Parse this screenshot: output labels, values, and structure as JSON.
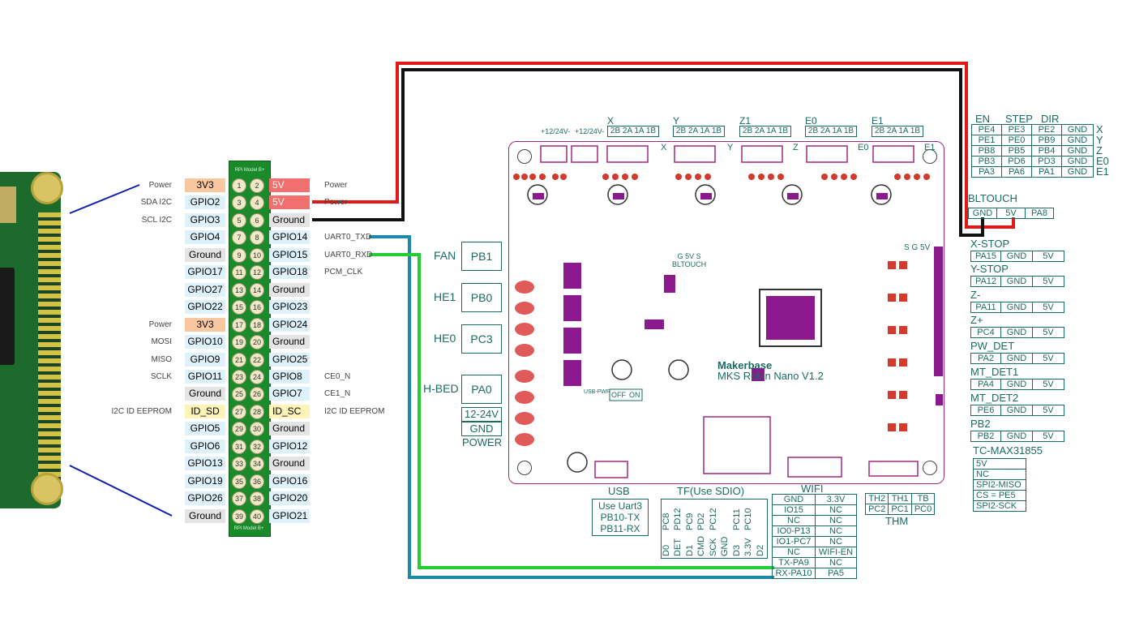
{
  "gpio_header": {
    "title_top": "RPi Model B+",
    "title_bottom": "RPi Model B+",
    "rows": [
      {
        "l_fn": "Power",
        "l": "3V3",
        "l_c": "c-3v3",
        "pl": "1",
        "pr": "2",
        "r": "5V",
        "r_c": "c-5v",
        "r_fn": "Power"
      },
      {
        "l_fn": "SDA I2C",
        "l": "GPIO2",
        "l_c": "c-gpio",
        "pl": "3",
        "pr": "4",
        "r": "5V",
        "r_c": "c-5v",
        "r_fn": "Power"
      },
      {
        "l_fn": "SCL I2C",
        "l": "GPIO3",
        "l_c": "c-gpio",
        "pl": "5",
        "pr": "6",
        "r": "Ground",
        "r_c": "c-gnd",
        "r_fn": ""
      },
      {
        "l_fn": "",
        "l": "GPIO4",
        "l_c": "c-gpio",
        "pl": "7",
        "pr": "8",
        "r": "GPIO14",
        "r_c": "c-gpio",
        "r_fn": "UART0_TXD"
      },
      {
        "l_fn": "",
        "l": "Ground",
        "l_c": "c-gnd",
        "pl": "9",
        "pr": "10",
        "r": "GPIO15",
        "r_c": "c-gpio",
        "r_fn": "UART0_RXD"
      },
      {
        "l_fn": "",
        "l": "GPIO17",
        "l_c": "c-gpio",
        "pl": "11",
        "pr": "12",
        "r": "GPIO18",
        "r_c": "c-gpio",
        "r_fn": "PCM_CLK"
      },
      {
        "l_fn": "",
        "l": "GPIO27",
        "l_c": "c-gpio",
        "pl": "13",
        "pr": "14",
        "r": "Ground",
        "r_c": "c-gnd",
        "r_fn": ""
      },
      {
        "l_fn": "",
        "l": "GPIO22",
        "l_c": "c-gpio",
        "pl": "15",
        "pr": "16",
        "r": "GPIO23",
        "r_c": "c-gpio",
        "r_fn": ""
      },
      {
        "l_fn": "Power",
        "l": "3V3",
        "l_c": "c-3v3",
        "pl": "17",
        "pr": "18",
        "r": "GPIO24",
        "r_c": "c-gpio",
        "r_fn": ""
      },
      {
        "l_fn": "MOSI",
        "l": "GPIO10",
        "l_c": "c-gpio",
        "pl": "19",
        "pr": "20",
        "r": "Ground",
        "r_c": "c-gnd",
        "r_fn": ""
      },
      {
        "l_fn": "MISO",
        "l": "GPIO9",
        "l_c": "c-gpio",
        "pl": "21",
        "pr": "22",
        "r": "GPIO25",
        "r_c": "c-gpio",
        "r_fn": ""
      },
      {
        "l_fn": "SCLK",
        "l": "GPIO11",
        "l_c": "c-gpio",
        "pl": "23",
        "pr": "24",
        "r": "GPIO8",
        "r_c": "c-gpio",
        "r_fn": "CE0_N"
      },
      {
        "l_fn": "",
        "l": "Ground",
        "l_c": "c-gnd",
        "pl": "25",
        "pr": "26",
        "r": "GPIO7",
        "r_c": "c-gpio",
        "r_fn": "CE1_N"
      },
      {
        "l_fn": "I2C ID EEPROM",
        "l": "ID_SD",
        "l_c": "c-id",
        "pl": "27",
        "pr": "28",
        "r": "ID_SC",
        "r_c": "c-id",
        "r_fn": "I2C ID EEPROM"
      },
      {
        "l_fn": "",
        "l": "GPIO5",
        "l_c": "c-gpio",
        "pl": "29",
        "pr": "30",
        "r": "Ground",
        "r_c": "c-gnd",
        "r_fn": ""
      },
      {
        "l_fn": "",
        "l": "GPIO6",
        "l_c": "c-gpio",
        "pl": "31",
        "pr": "32",
        "r": "GPIO12",
        "r_c": "c-gpio",
        "r_fn": ""
      },
      {
        "l_fn": "",
        "l": "GPIO13",
        "l_c": "c-gpio",
        "pl": "33",
        "pr": "34",
        "r": "Ground",
        "r_c": "c-gnd",
        "r_fn": ""
      },
      {
        "l_fn": "",
        "l": "GPIO19",
        "l_c": "c-gpio",
        "pl": "35",
        "pr": "36",
        "r": "GPIO16",
        "r_c": "c-gpio",
        "r_fn": ""
      },
      {
        "l_fn": "",
        "l": "GPIO26",
        "l_c": "c-gpio",
        "pl": "37",
        "pr": "38",
        "r": "GPIO20",
        "r_c": "c-gpio",
        "r_fn": ""
      },
      {
        "l_fn": "",
        "l": "Ground",
        "l_c": "c-gnd",
        "pl": "39",
        "pr": "40",
        "r": "GPIO21",
        "r_c": "c-gpio",
        "r_fn": ""
      }
    ]
  },
  "board": {
    "brand": "Makerbase",
    "model": "MKS Robin Nano V1.2",
    "left_io": [
      {
        "name": "FAN",
        "pin": "PB1"
      },
      {
        "name": "HE1",
        "pin": "PB0"
      },
      {
        "name": "HE0",
        "pin": "PC3"
      },
      {
        "name": "H-BED",
        "pin": "PA0"
      }
    ],
    "power": {
      "v": "12-24V",
      "gnd": "GND",
      "label": "POWER"
    },
    "top_power_labels": [
      "+12/24V-",
      "+12/24V-"
    ],
    "axes": [
      {
        "axis": "X",
        "pins": "2B 2A 1A 1B"
      },
      {
        "axis": "Y",
        "pins": "2B 2A 1A 1B"
      },
      {
        "axis": "Z1",
        "pins": "2B 2A 1A 1B"
      },
      {
        "axis": "E0",
        "pins": "2B 2A 1A 1B"
      },
      {
        "axis": "E1",
        "pins": "2B 2A 1A 1B"
      }
    ],
    "on_board_axis_marks": [
      "X",
      "Y",
      "Z",
      "E0",
      "E1"
    ],
    "bltouch_silk": "G 5V S\nBLTOUCH",
    "sg5v_silk": "S G 5V",
    "off_on": [
      "OFF",
      "ON"
    ],
    "usb_pwr": "USB-PWR"
  },
  "driver_table": {
    "headers": [
      "EN",
      "STEP",
      "DIR"
    ],
    "rows": [
      [
        "PE4",
        "PE3",
        "PE2",
        "GND",
        "X"
      ],
      [
        "PE1",
        "PE0",
        "PB9",
        "GND",
        "Y"
      ],
      [
        "PB8",
        "PB5",
        "PB4",
        "GND",
        "Z"
      ],
      [
        "PB3",
        "PD6",
        "PD3",
        "GND",
        "E0"
      ],
      [
        "PA3",
        "PA6",
        "PA1",
        "GND",
        "E1"
      ]
    ]
  },
  "bltouch": {
    "title": "BLTOUCH",
    "cells": [
      "GND",
      "5V",
      "PA8"
    ]
  },
  "endstops": [
    {
      "name": "X-STOP",
      "cells": [
        "PA15",
        "GND",
        "5V"
      ]
    },
    {
      "name": "Y-STOP",
      "cells": [
        "PA12",
        "GND",
        "5V"
      ]
    },
    {
      "name": "Z-",
      "cells": [
        "PA11",
        "GND",
        "5V"
      ]
    },
    {
      "name": "Z+",
      "cells": [
        "PC4",
        "GND",
        "5V"
      ]
    },
    {
      "name": "PW_DET",
      "cells": [
        "PA2",
        "GND",
        "5V"
      ]
    },
    {
      "name": "MT_DET1",
      "cells": [
        "PA4",
        "GND",
        "5V"
      ]
    },
    {
      "name": "MT_DET2",
      "cells": [
        "PE6",
        "GND",
        "5V"
      ]
    },
    {
      "name": "PB2",
      "cells": [
        "PB2",
        "GND",
        "5V"
      ]
    }
  ],
  "tc_max": {
    "title": "TC-MAX31855",
    "rows": [
      "5V",
      "NC",
      "SPI2-MISO",
      "CS = PE5",
      "SPI2-SCK"
    ]
  },
  "thm": {
    "top": [
      "TH2",
      "TH1",
      "TB"
    ],
    "bottom": [
      "PC2",
      "PC1",
      "PC0"
    ],
    "label": "THM"
  },
  "usb": {
    "label": "USB",
    "note": [
      "Use Uart3",
      "PB10-TX",
      "PB11-RX"
    ]
  },
  "tf": {
    "label": "TF(Use SDIO)",
    "top": [
      "PC8",
      "PD12",
      "PC9",
      "PD2",
      "PC12",
      "",
      "PC11",
      "PC10"
    ],
    "bottom": [
      "D0",
      "DET",
      "D1",
      "CMD",
      "SCK",
      "GND",
      "D3",
      "3.3V",
      "D2"
    ]
  },
  "wifi": {
    "label": "WIFI",
    "rows": [
      [
        "GND",
        "3.3V"
      ],
      [
        "IO15",
        "NC"
      ],
      [
        "NC",
        "NC"
      ],
      [
        "IO0-P13",
        "NC"
      ],
      [
        "IO1-PC7",
        "NC"
      ],
      [
        "NC",
        "WIFI-EN"
      ],
      [
        "TX-PA9",
        "NC"
      ],
      [
        "RX-PA10",
        "PA5"
      ]
    ]
  },
  "wire_colors": {
    "red": "#e01818",
    "black": "#111111",
    "blue": "#1a8aa8",
    "green": "#22cc33",
    "rpi_blue": "#1020b0"
  }
}
